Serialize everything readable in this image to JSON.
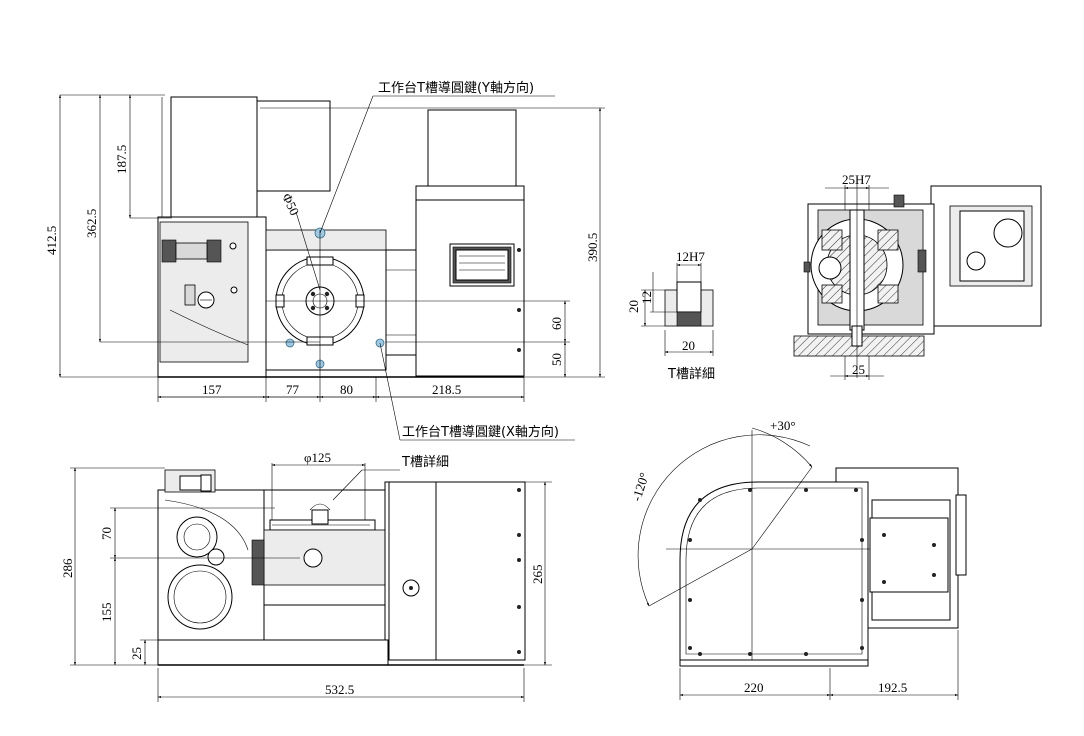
{
  "labels": {
    "y_key_note": "工作台T槽導圓鍵(Y軸方向)",
    "x_key_note": "工作台T槽導圓鍵(X軸方向)",
    "phi50": "Φ50",
    "phi125": "φ125",
    "t_slot_detail_front": "T槽詳細",
    "t_slot_detail_top": "T槽詳細",
    "key_25h7": "25H7",
    "key_12h7": "12H7",
    "angle_30": "+30°",
    "angle_120": "-120°"
  },
  "dimensions": {
    "front": {
      "h_412_5": "412.5",
      "h_362_5": "362.5",
      "h_187_5": "187.5",
      "h_390_5": "390.5",
      "h_60": "60",
      "h_50": "50",
      "w_157": "157",
      "w_77": "77",
      "w_80": "80",
      "w_218_5": "218.5"
    },
    "tslot": {
      "d_20_left": "20",
      "d_12": "12",
      "d_20_bottom": "20"
    },
    "side": {
      "d_25": "25"
    },
    "top": {
      "h_286": "286",
      "h_70": "70",
      "h_155": "155",
      "h_25": "25",
      "h_265": "265",
      "w_532_5": "532.5"
    },
    "bottom_right": {
      "w_220": "220",
      "w_192_5": "192.5"
    }
  }
}
